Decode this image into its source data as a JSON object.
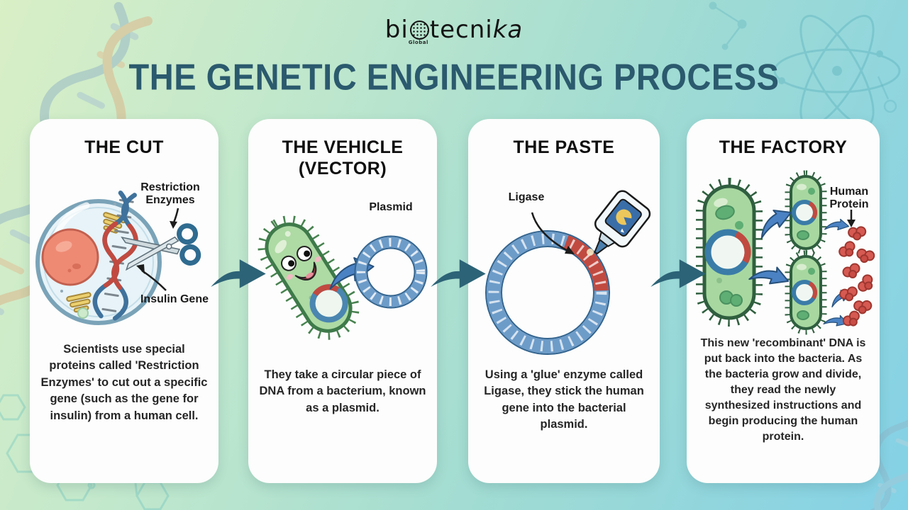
{
  "header": {
    "logo": {
      "part1": "bi",
      "part2": "tecni",
      "part3": "ka",
      "tagline": "Global"
    },
    "title": "THE GENETIC ENGINEERING PROCESS"
  },
  "cards": [
    {
      "title": "THE CUT",
      "label_restriction": "Restriction Enzymes",
      "label_insulin": "Insulin Gene",
      "body": "Scientists use special proteins called 'Restriction Enzymes' to cut out a specific gene (such as the gene for insulin) from a human cell."
    },
    {
      "title": "THE VEHICLE",
      "title2": "(VECTOR)",
      "label_plasmid": "Plasmid",
      "body": "They take a circular piece of DNA from a bacterium, known as a plasmid."
    },
    {
      "title": "THE PASTE",
      "label_ligase": "Ligase",
      "body": "Using a 'glue' enzyme called Ligase, they stick the human gene into the bacterial plasmid."
    },
    {
      "title": "THE FACTORY",
      "label_protein": "Human Protein",
      "body": "This new 'recombinant' DNA is put back into the bacteria. As the bacteria grow and divide, they read the newly synthesized instructions and begin producing the human protein."
    }
  ],
  "colors": {
    "title": "#2b5a6e",
    "arrow": "#2c6377",
    "card": "#fcfdfc",
    "bg1": "#d9efc6",
    "bg2": "#a2dcd2",
    "bg3": "#84d1e6"
  }
}
